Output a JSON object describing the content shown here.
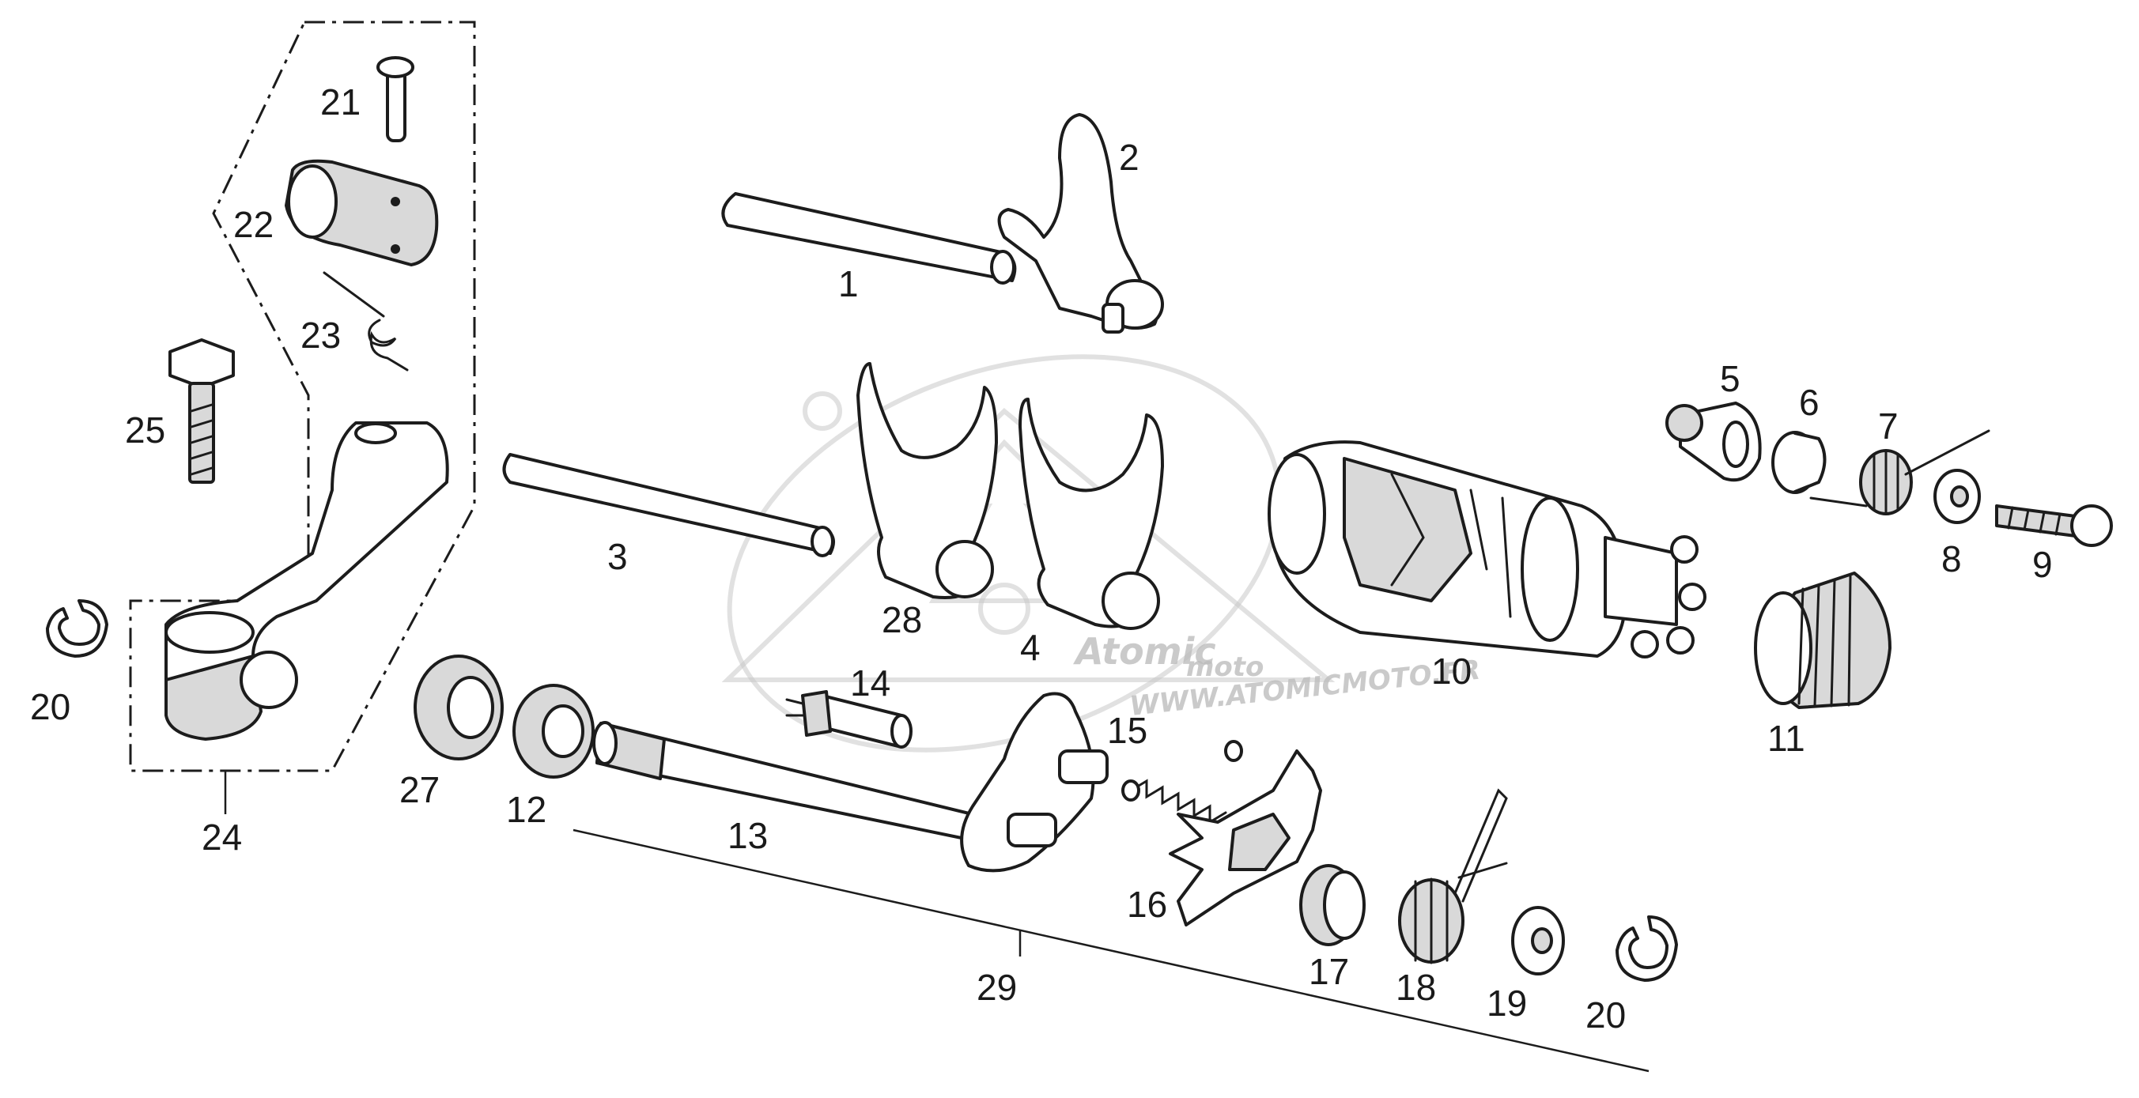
{
  "labels": {
    "l1": "1",
    "l2": "2",
    "l3": "3",
    "l4": "4",
    "l5": "5",
    "l6": "6",
    "l7": "7",
    "l8": "8",
    "l9": "9",
    "l10": "10",
    "l11": "11",
    "l12": "12",
    "l13": "13",
    "l14": "14",
    "l15": "15",
    "l16": "16",
    "l17": "17",
    "l18": "18",
    "l19": "19",
    "l20a": "20",
    "l20b": "20",
    "l21": "21",
    "l22": "22",
    "l23": "23",
    "l24": "24",
    "l25": "25",
    "l27": "27",
    "l28": "28",
    "l29": "29"
  },
  "watermark": {
    "brand": "Atomic",
    "sub": "moto",
    "site": "WWW.ATOMICMOTO.FR"
  }
}
